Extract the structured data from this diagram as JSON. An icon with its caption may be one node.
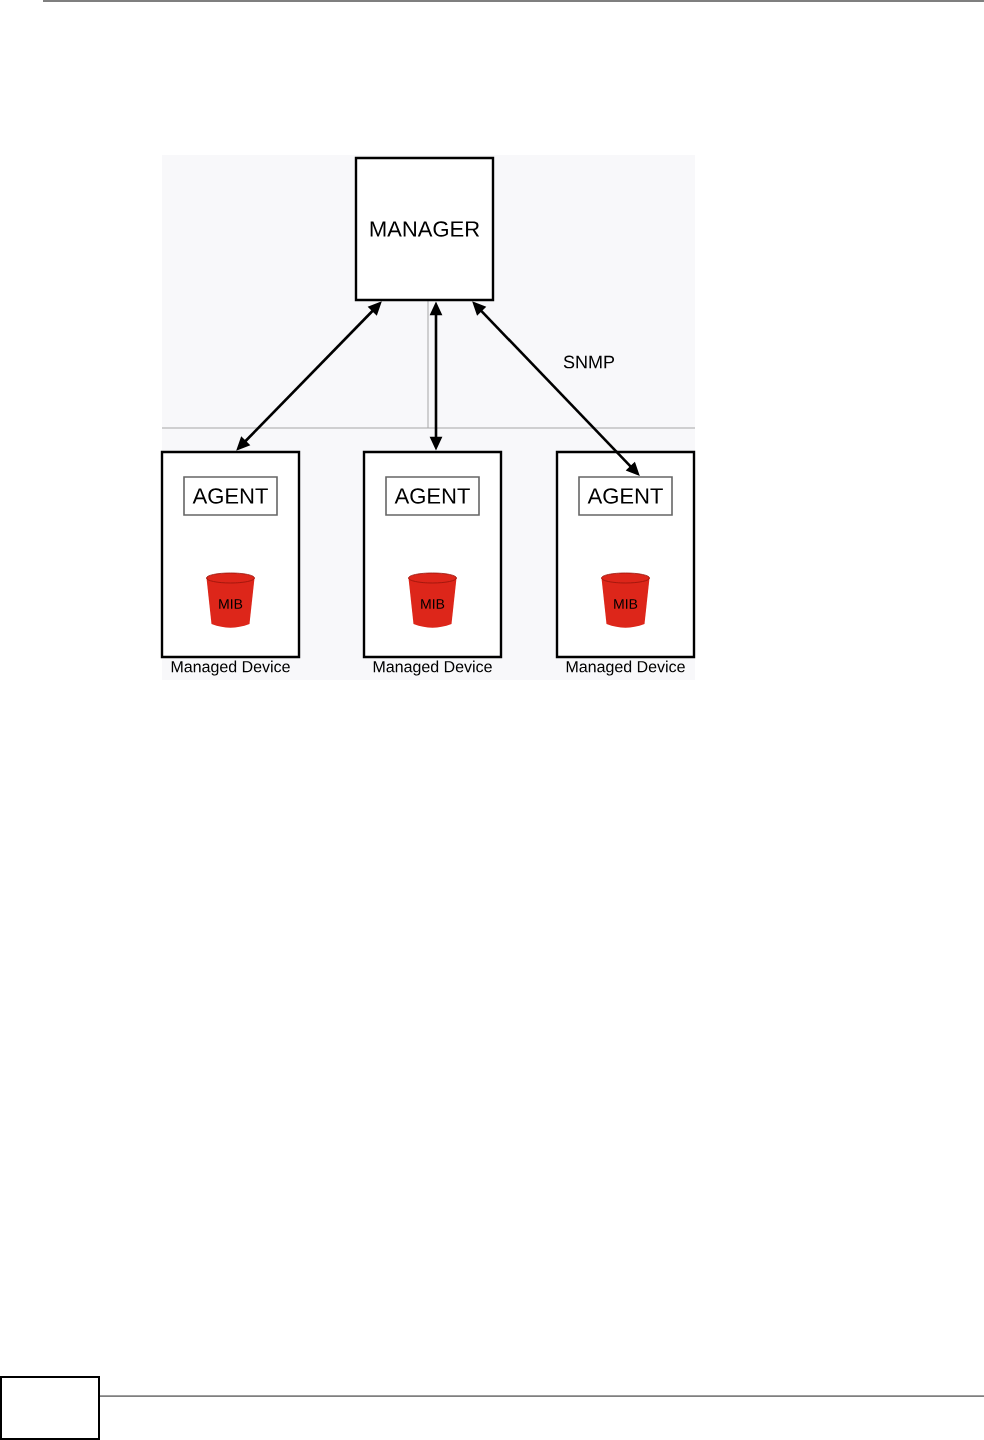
{
  "diagram": {
    "nodes": [
      {
        "text": [
          "MANAGER"
        ]
      },
      {
        "text": [
          "Managed Device"
        ]
      },
      {
        "text": [
          "AGENT"
        ],
        "in": 1
      },
      {
        "text": [
          "MIB"
        ],
        "in": 1
      },
      {
        "text": [
          "Managed Device"
        ]
      },
      {
        "text": [
          "AGENT"
        ],
        "in": 4
      },
      {
        "text": [
          "MIB"
        ],
        "in": 4
      },
      {
        "text": [
          "Managed Device"
        ]
      },
      {
        "text": [
          "AGENT"
        ],
        "in": 7
      },
      {
        "text": [
          "MIB"
        ],
        "in": 7
      }
    ],
    "edges": [
      {
        "from": 0,
        "to": 1,
        "arrow": "both"
      },
      {
        "from": 0,
        "to": 4,
        "arrow": "both"
      },
      {
        "from": 0,
        "to": 8,
        "arrow": "both",
        "label": "SNMP"
      }
    ]
  }
}
